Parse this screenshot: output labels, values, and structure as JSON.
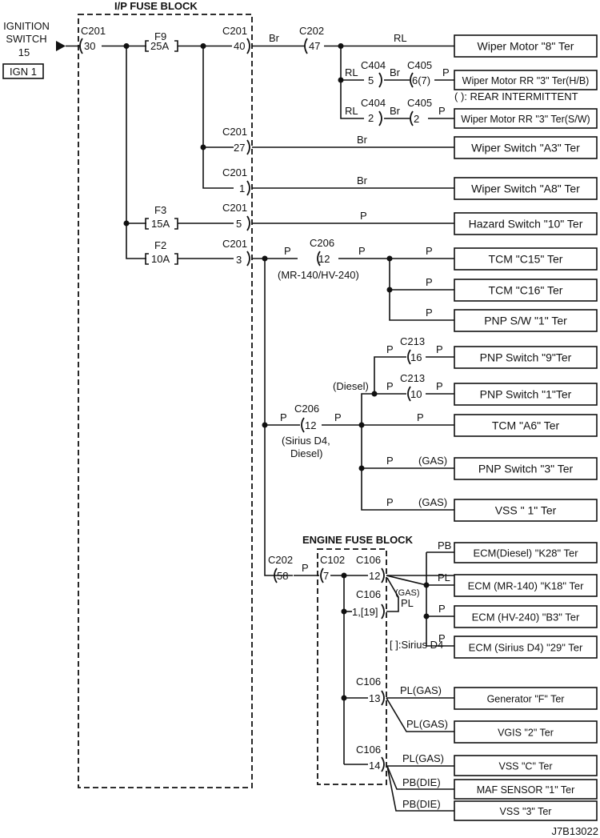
{
  "title": "I/P FUSE BLOCK",
  "engine_block_title": "ENGINE FUSE BLOCK",
  "source": {
    "line1": "IGNITION",
    "line2": "SWITCH",
    "line3": "15",
    "badge": "IGN 1"
  },
  "figure_id": "J7B13022",
  "notes": {
    "rear_intermittent": "( ): REAR INTERMITTENT",
    "sirius": "[  ]:Sirius D4"
  },
  "fuses": {
    "f9": {
      "name": "F9",
      "rating": "25A"
    },
    "f3": {
      "name": "F3",
      "rating": "15A"
    },
    "f2": {
      "name": "F2",
      "rating": "10A"
    }
  },
  "connectors": {
    "c201_30": {
      "name": "C201",
      "pin": "30"
    },
    "c201_40": {
      "name": "C201",
      "pin": "40"
    },
    "c201_27": {
      "name": "C201",
      "pin": "27"
    },
    "c201_1": {
      "name": "C201",
      "pin": "1"
    },
    "c201_5": {
      "name": "C201",
      "pin": "5"
    },
    "c201_3": {
      "name": "C201",
      "pin": "3"
    },
    "c202_47": {
      "name": "C202",
      "pin": "47"
    },
    "c404_5": {
      "name": "C404",
      "pin": "5"
    },
    "c405_6": {
      "name": "C405",
      "pin": "6(7)"
    },
    "c404_2": {
      "name": "C404",
      "pin": "2"
    },
    "c405_2": {
      "name": "C405",
      "pin": "2"
    },
    "c206_a": {
      "name": "C206",
      "pin": "12",
      "note": "(MR-140/HV-240)"
    },
    "c206_b": {
      "name": "C206",
      "pin": "12",
      "note1": "(Sirius D4,",
      "note2": "Diesel)"
    },
    "c213_16": {
      "name": "C213",
      "pin": "16"
    },
    "c213_10": {
      "name": "C213",
      "pin": "10"
    },
    "c202_58": {
      "name": "C202",
      "pin": "58"
    },
    "c102_7": {
      "name": "C102",
      "pin": "7"
    },
    "c106_12": {
      "name": "C106",
      "pin": "12"
    },
    "c106_1": {
      "name": "C106",
      "pin": "1,[19]"
    },
    "c106_13": {
      "name": "C106",
      "pin": "13"
    },
    "c106_14": {
      "name": "C106",
      "pin": "14"
    }
  },
  "wire_labels": {
    "br1": "Br",
    "rl1": "RL",
    "rl2": "RL",
    "br2": "Br",
    "p1": "P",
    "rl3": "RL",
    "br3": "Br",
    "p2": "P",
    "br4": "Br",
    "br5": "Br",
    "p_hazard": "P",
    "p_c206a_in": "P",
    "p_c206a_out": "P",
    "p_c15": "P",
    "p_c16": "P",
    "p_pnp1": "P",
    "diesel": "(Diesel)",
    "p_c213_16_in": "P",
    "p_c213_16_out": "P",
    "p_c213_10_in": "P",
    "p_c213_10_out": "P",
    "p_c206b_in": "P",
    "p_c206b_out": "P",
    "p_a6": "P",
    "p_pnp3": "P",
    "gas1": "(GAS)",
    "p_vss1": "P",
    "gas2": "(GAS)",
    "p_c202": "P",
    "pb_k28": "PB",
    "pl_k18": "PL",
    "p_b3": "P",
    "p_29": "P",
    "gas_small": "(GAS)",
    "pl_jumper": "PL",
    "pl_gas_gen": "PL(GAS)",
    "pl_gas_vgis": "PL(GAS)",
    "pl_gas_vssc": "PL(GAS)",
    "pb_die_maf": "PB(DIE)",
    "pb_die_vss3": "PB(DIE)"
  },
  "terminals": [
    "Wiper Motor \"8\" Ter",
    "Wiper Motor RR \"3\" Ter(H/B)",
    "Wiper Motor RR \"3\" Ter(S/W)",
    "Wiper Switch \"A3\" Ter",
    "Wiper Switch \"A8\" Ter",
    "Hazard Switch \"10\" Ter",
    "TCM \"C15\" Ter",
    "TCM \"C16\" Ter",
    "PNP S/W \"1\" Ter",
    "PNP Switch \"9\"Ter",
    "PNP Switch \"1\"Ter",
    "TCM \"A6\" Ter",
    "PNP Switch \"3\" Ter",
    "VSS \" 1\" Ter",
    "ECM(Diesel) \"K28\" Ter",
    "ECM (MR-140) \"K18\" Ter",
    "ECM (HV-240) \"B3\" Ter",
    "ECM (Sirius D4) \"29\" Ter",
    "Generator \"F\" Ter",
    "VGIS \"2\" Ter",
    "VSS \"C\" Ter",
    "MAF SENSOR \"1\" Ter",
    "VSS \"3\" Ter"
  ]
}
